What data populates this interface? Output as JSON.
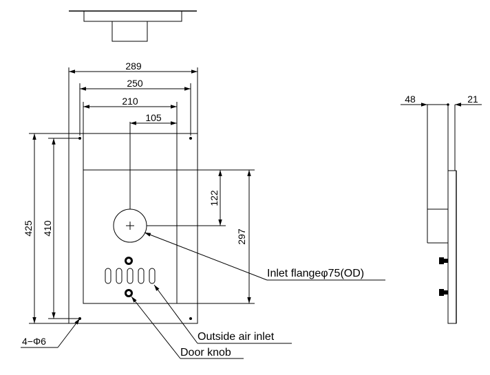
{
  "dimensions": {
    "overall_width": "289",
    "inner_width": "250",
    "panel_width": "210",
    "center_offset": "105",
    "overall_height": "425",
    "hole_height": "410",
    "panel_height": "297",
    "inlet_offset": "122",
    "depth": "48",
    "side_offset": "21"
  },
  "labels": {
    "inlet_flange": "Inlet flangeφ75(OD)",
    "outside_air_inlet": "Outside air inlet",
    "door_knob": "Door knob",
    "mount_holes": "4−Φ6"
  }
}
